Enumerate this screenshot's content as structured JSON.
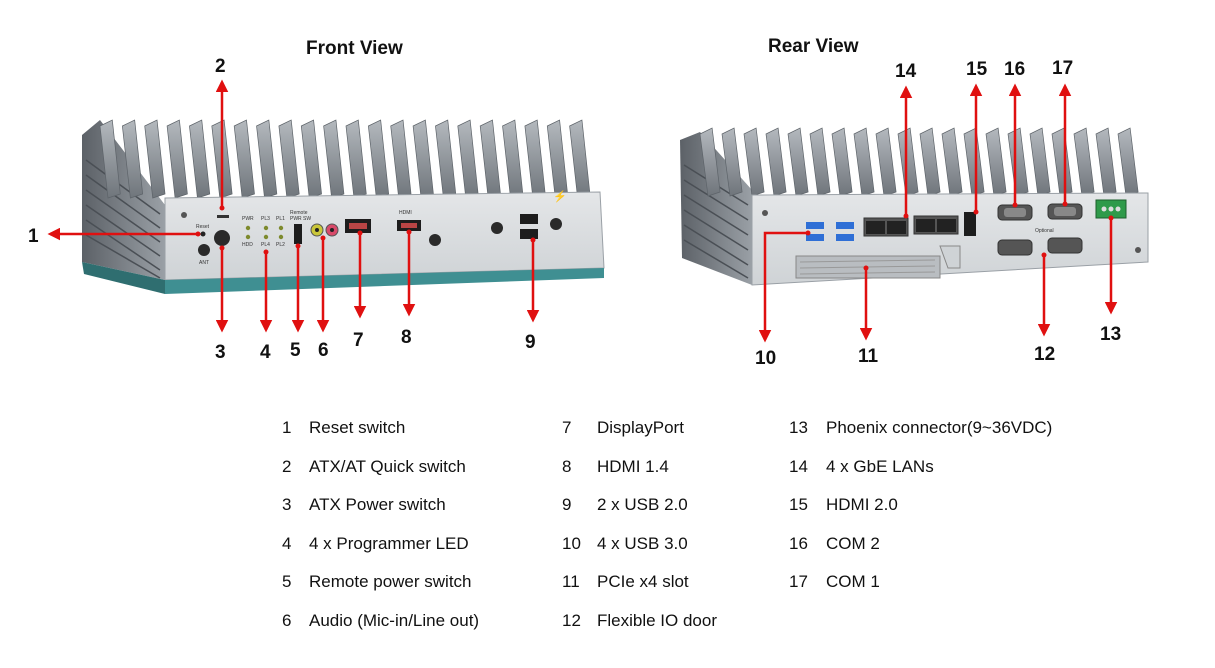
{
  "titles": {
    "front": "Front View",
    "rear": "Rear View"
  },
  "callouts": [
    "1",
    "2",
    "3",
    "4",
    "5",
    "6",
    "7",
    "8",
    "9",
    "10",
    "11",
    "12",
    "13",
    "14",
    "15",
    "16",
    "17"
  ],
  "panel_text": {
    "reset": "Reset",
    "pwr": "PWR",
    "hdd": "HDD",
    "pl1": "PL1",
    "pl2": "PL2",
    "pl3": "PL3",
    "pl4": "PL4",
    "remote": "Remote",
    "pwr_sw": "PWR SW",
    "hdmi_logo": "HDMI",
    "ant": "ANT",
    "optional": "Optional"
  },
  "legend": {
    "columns": [
      [
        {
          "num": "1",
          "label": "Reset switch"
        },
        {
          "num": "2",
          "label": "ATX/AT Quick switch"
        },
        {
          "num": "3",
          "label": "ATX Power switch"
        },
        {
          "num": "4",
          "label": "4 x Programmer LED"
        },
        {
          "num": "5",
          "label": "Remote power switch"
        },
        {
          "num": "6",
          "label": "Audio (Mic-in/Line out)"
        }
      ],
      [
        {
          "num": "7",
          "label": "DisplayPort"
        },
        {
          "num": "8",
          "label": "HDMI 1.4"
        },
        {
          "num": "9",
          "label": "2 x USB 2.0"
        },
        {
          "num": "10",
          "label": "4 x USB 3.0"
        },
        {
          "num": "11",
          "label": "PCIe x4 slot"
        },
        {
          "num": "12",
          "label": "Flexible IO door"
        }
      ],
      [
        {
          "num": "13",
          "label": "Phoenix connector(9~36VDC)"
        },
        {
          "num": "14",
          "label": "4 x GbE LANs"
        },
        {
          "num": "15",
          "label": "HDMI 2.0"
        },
        {
          "num": "16",
          "label": "COM 2"
        },
        {
          "num": "17",
          "label": "COM 1"
        }
      ]
    ]
  },
  "colors": {
    "arrow": "#e01010",
    "chassis": "#d9dcdf",
    "fin": "#8e949a",
    "teal_base": "#3f8f92",
    "port_blue": "#2f6fd6"
  }
}
